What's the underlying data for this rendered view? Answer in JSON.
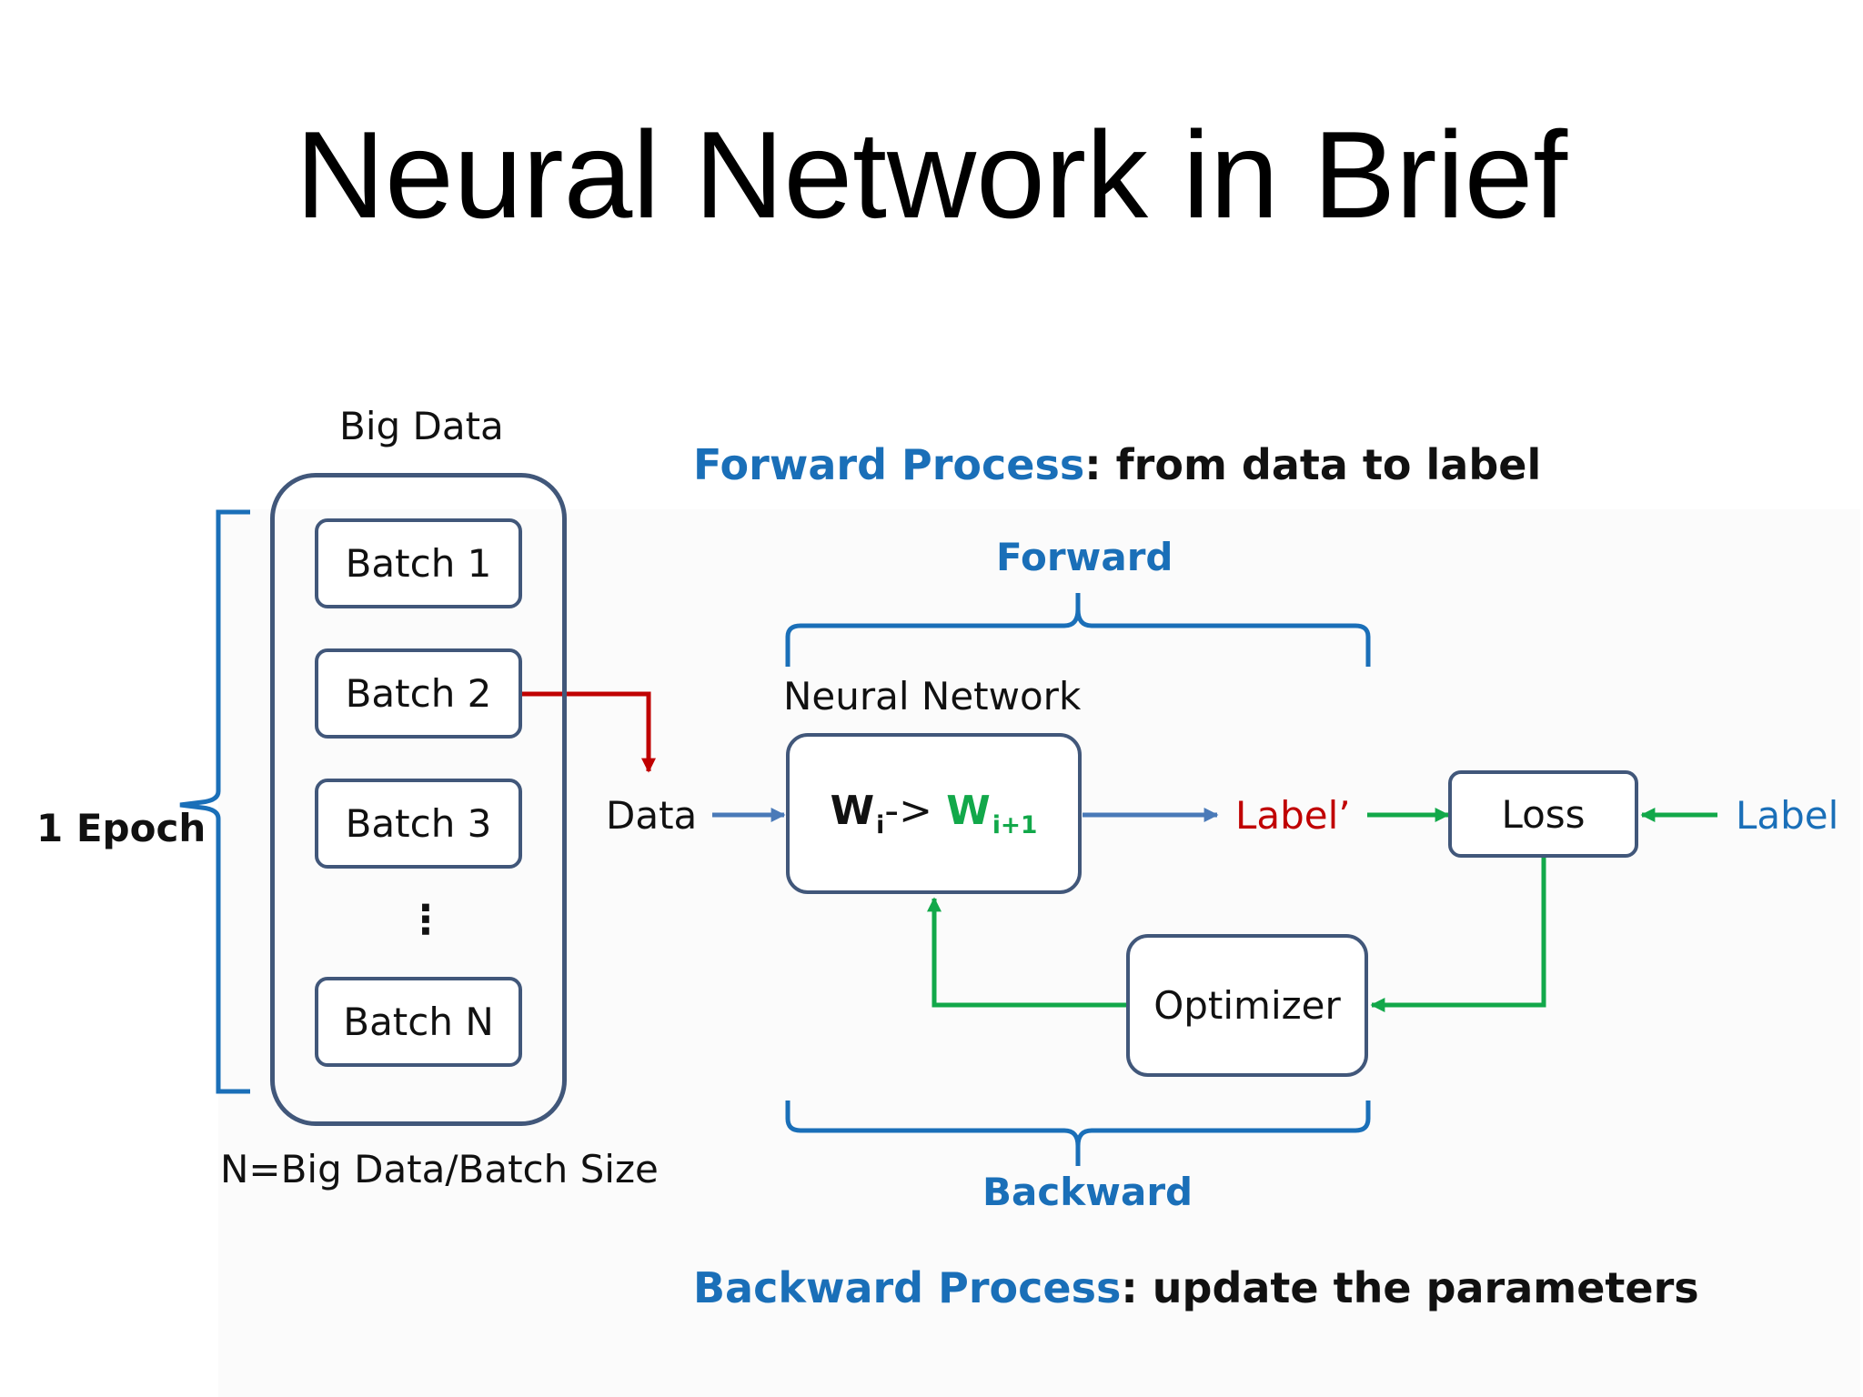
{
  "slide": {
    "title": "Neural Network in Brief"
  },
  "data_panel": {
    "heading": "Big Data",
    "epoch_label": "1 Epoch",
    "batches": [
      "Batch 1",
      "Batch 2",
      "Batch 3",
      "⋮",
      "Batch N"
    ],
    "footnote": "N=Big Data/Batch Size"
  },
  "process": {
    "forward_heading_colored": "Forward Process",
    "forward_heading_rest": ": from data to label",
    "forward_label": "Forward",
    "backward_label": "Backward",
    "backward_heading_colored": "Backward Process",
    "backward_heading_rest": ": update the parameters"
  },
  "nodes": {
    "data_label": "Data",
    "network_caption": "Neural Network",
    "weight_w": "W",
    "weight_i": "i",
    "weight_arrow": "->",
    "weight_next_w": "W",
    "weight_next_i": "i+1",
    "predicted_label": "Label’",
    "loss": "Loss",
    "true_label": "Label",
    "optimizer": "Optimizer"
  },
  "colors": {
    "box_border": "#41577a",
    "accent_blue": "#1a6fb8",
    "forward_arrow": "#4a7ab8",
    "batch_arrow": "#c00000",
    "backward_green": "#12a84a",
    "text": "#111111"
  }
}
